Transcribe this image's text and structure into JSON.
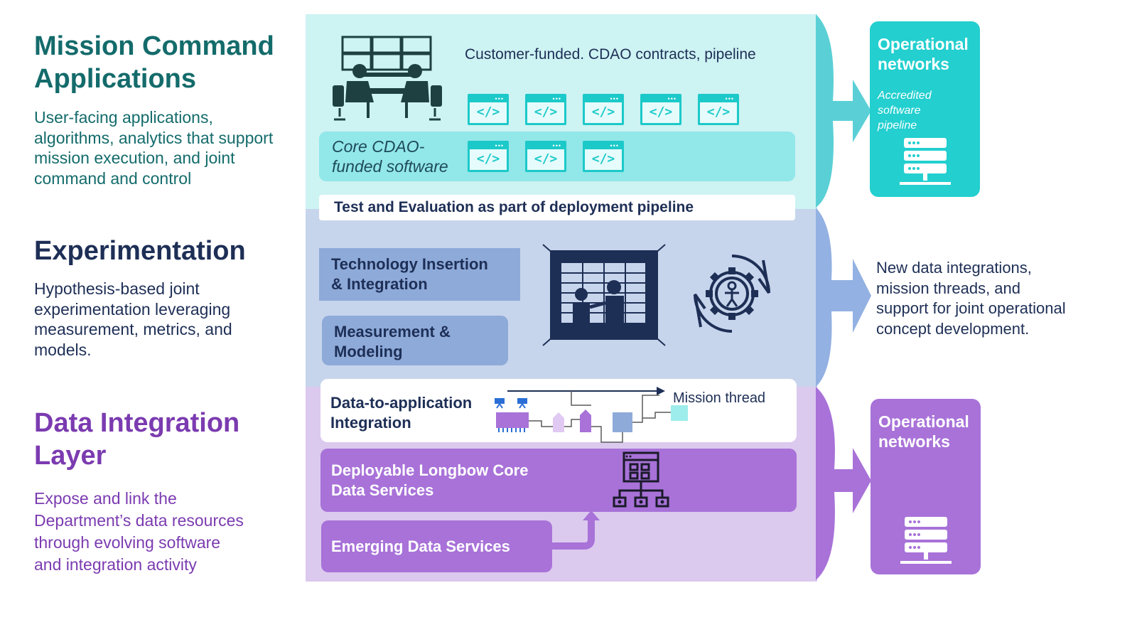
{
  "left": {
    "mission": {
      "title_line1": "Mission Command",
      "title_line2": "Applications",
      "desc": [
        "User-facing applications,",
        "algorithms, analytics that support",
        "mission execution, and joint",
        "command and control"
      ]
    },
    "experimentation": {
      "title": "Experimentation",
      "desc": [
        "Hypothesis-based joint",
        "experimentation leveraging",
        "measurement, metrics, and",
        "models."
      ]
    },
    "data_layer": {
      "title_line1": "Data Integration",
      "title_line2": "Layer",
      "desc": [
        "Expose and link the",
        "Department’s data resources",
        "through evolving software",
        "and integration activity"
      ]
    }
  },
  "center": {
    "customer_funded": "Customer-funded. CDAO contracts, pipeline",
    "core_line1": "Core CDAO-",
    "core_line2": "funded software",
    "code_symbol": "</>",
    "code_dots": "•••",
    "test_eval": "Test and Evaluation as part of deployment pipeline",
    "tech_insertion_line1": "Technology Insertion",
    "tech_insertion_line2": "& Integration",
    "measurement_line1": "Measurement &",
    "measurement_line2": "Modeling",
    "data_app_line1": "Data-to-application",
    "data_app_line2": "Integration",
    "mission_thread": "Mission thread",
    "longbow_line1": "Deployable Longbow Core",
    "longbow_line2": "Data Services",
    "emerging": "Emerging Data Services"
  },
  "right": {
    "top_card": {
      "title_line1": "Operational",
      "title_line2": "networks",
      "sub": [
        "Accredited",
        "software",
        "pipeline"
      ]
    },
    "middle_text": [
      "New data integrations,",
      "mission threads, and",
      "support for joint operational",
      "concept development."
    ],
    "bottom_card": {
      "title_line1": "Operational",
      "title_line2": "networks"
    }
  },
  "colors": {
    "teal_band": "#cdf3f3",
    "blue_band": "#c7d5ec",
    "purple_band": "#dcc9ee",
    "teal_accent": "#23cfcf",
    "purple_accent": "#a872d8",
    "navy": "#1e2f56"
  }
}
